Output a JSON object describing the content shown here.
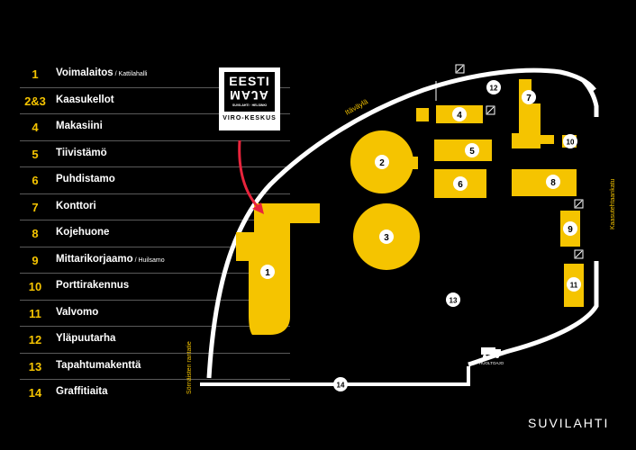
{
  "legend": {
    "items": [
      {
        "num": "1",
        "label": "Voimalaitos",
        "sub": " / Kattilahalli"
      },
      {
        "num": "2&3",
        "label": "Kaasukellot",
        "sub": ""
      },
      {
        "num": "4",
        "label": "Makasiini",
        "sub": ""
      },
      {
        "num": "5",
        "label": "Tiivistämö",
        "sub": ""
      },
      {
        "num": "6",
        "label": "Puhdistamo",
        "sub": ""
      },
      {
        "num": "7",
        "label": "Konttori",
        "sub": ""
      },
      {
        "num": "8",
        "label": "Kojehuone",
        "sub": ""
      },
      {
        "num": "9",
        "label": "Mittarikorjaamo",
        "sub": " / Huilsamo"
      },
      {
        "num": "10",
        "label": "Porttirakennus",
        "sub": ""
      },
      {
        "num": "11",
        "label": "Valvomo",
        "sub": ""
      },
      {
        "num": "12",
        "label": "Yläpuutarha",
        "sub": ""
      },
      {
        "num": "13",
        "label": "Tapahtumakenttä",
        "sub": ""
      },
      {
        "num": "14",
        "label": "Graffitiaita",
        "sub": ""
      }
    ]
  },
  "logo": {
    "line1": "EESTI",
    "line2": "MAJA",
    "line3": "SUVILAHTI · HELSINKI",
    "caption": "VIRO-KESKUS"
  },
  "streets": {
    "itavayla": "Itäväylä",
    "kaasutehtaankatu": "Kaasutehtaankatu",
    "sornaisten": "Sörnäisten rantatie"
  },
  "markers": {
    "m1": "1",
    "m2": "2",
    "m3": "3",
    "m4": "4",
    "m5": "5",
    "m6": "6",
    "m7": "7",
    "m8": "8",
    "m9": "9",
    "m10": "10",
    "m11": "11",
    "m12": "12",
    "m13": "13",
    "m14": "14"
  },
  "truck_label": "HUOLTOAJO",
  "brand": "SUVILAHTI",
  "colors": {
    "building": "#f5c400",
    "arrow": "#e8243c",
    "road": "#ffffff",
    "background": "#000000"
  }
}
